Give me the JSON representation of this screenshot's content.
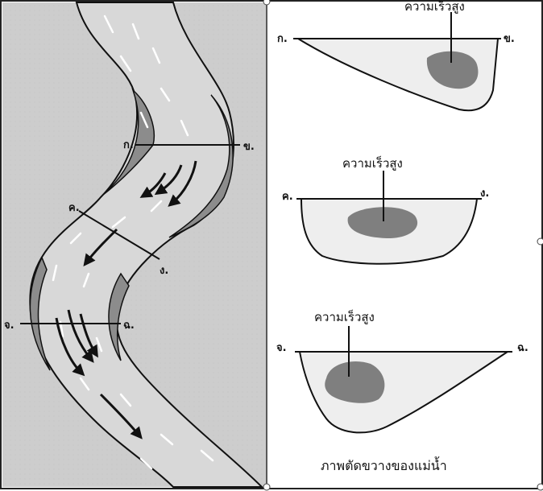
{
  "map": {
    "section_labels": {
      "a_left": "ก.",
      "a_right": "ข.",
      "b_left": "ค.",
      "b_right": "ง.",
      "c_left": "จ.",
      "c_right": "ฉ."
    }
  },
  "sections": [
    {
      "left": "ก.",
      "right": "ข.",
      "velocity_label": "ความเร็วสูง"
    },
    {
      "left": "ค.",
      "right": "ง.",
      "velocity_label": "ความเร็วสูง"
    },
    {
      "left": "จ.",
      "right": "ฉ.",
      "velocity_label": "ความเร็วสูง"
    }
  ],
  "caption": "ภาพตัดขวางของแม่น้ำ",
  "colors": {
    "ground": "#cfcfcf",
    "river": "#d6d6d6",
    "deposit": "#8c8c8c",
    "section_fill": "#eeeeee",
    "fast_zone": "#7f7f7f"
  }
}
